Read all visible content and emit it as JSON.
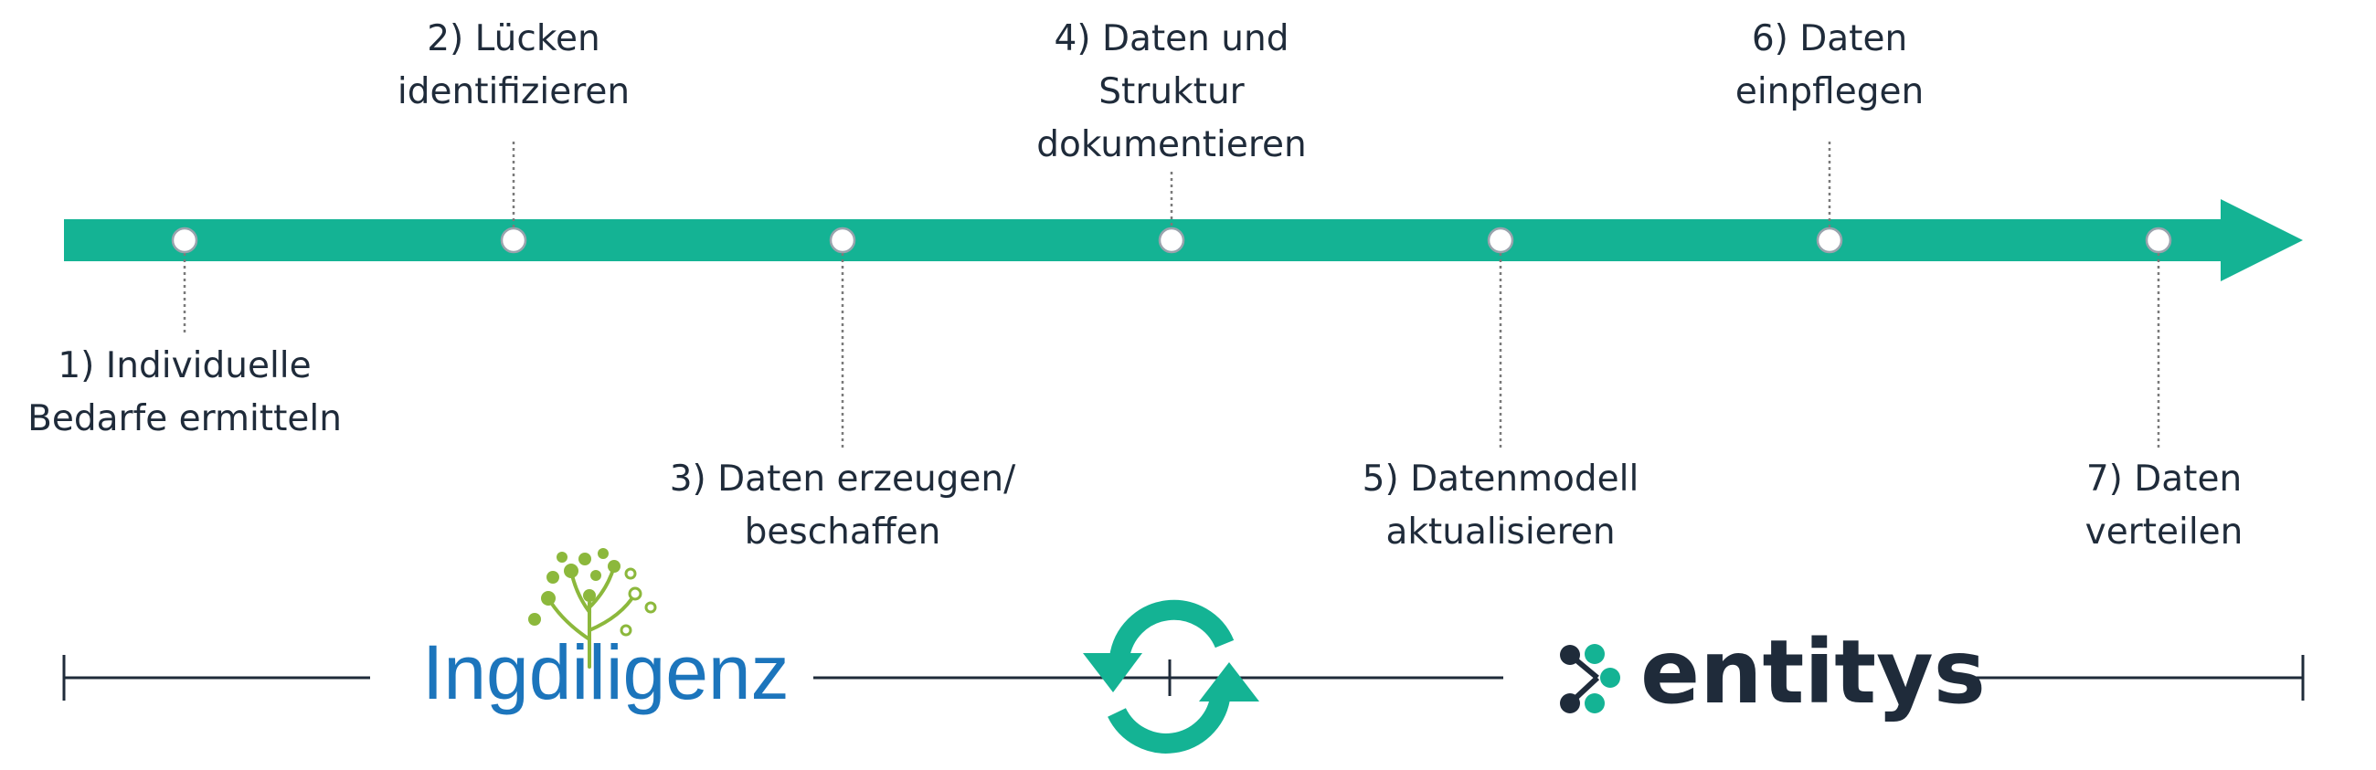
{
  "colors": {
    "arrow": "#14b394",
    "text": "#1f2b3a",
    "bar": "#1f2b3a",
    "logo_blue": "#1c75bc",
    "tree_green": "#8cb83c"
  },
  "steps": [
    {
      "label": "1) Individuelle\nBedarfe ermitteln"
    },
    {
      "label": "2) Lücken\nidentifizieren"
    },
    {
      "label": "3) Daten erzeugen/\nbeschaffen"
    },
    {
      "label": "4) Daten und\nStruktur\ndokumentieren"
    },
    {
      "label": "5) Datenmodell\naktualisieren"
    },
    {
      "label": "6) Daten\neinpflegen"
    },
    {
      "label": "7) Daten verteilen"
    }
  ],
  "logos": {
    "left": {
      "text": "Ingdiligenz",
      "icon": "tree-icon"
    },
    "center": {
      "icon": "sync-icon"
    },
    "right": {
      "text": "entitys",
      "icon": "entitys-dots-icon"
    }
  }
}
